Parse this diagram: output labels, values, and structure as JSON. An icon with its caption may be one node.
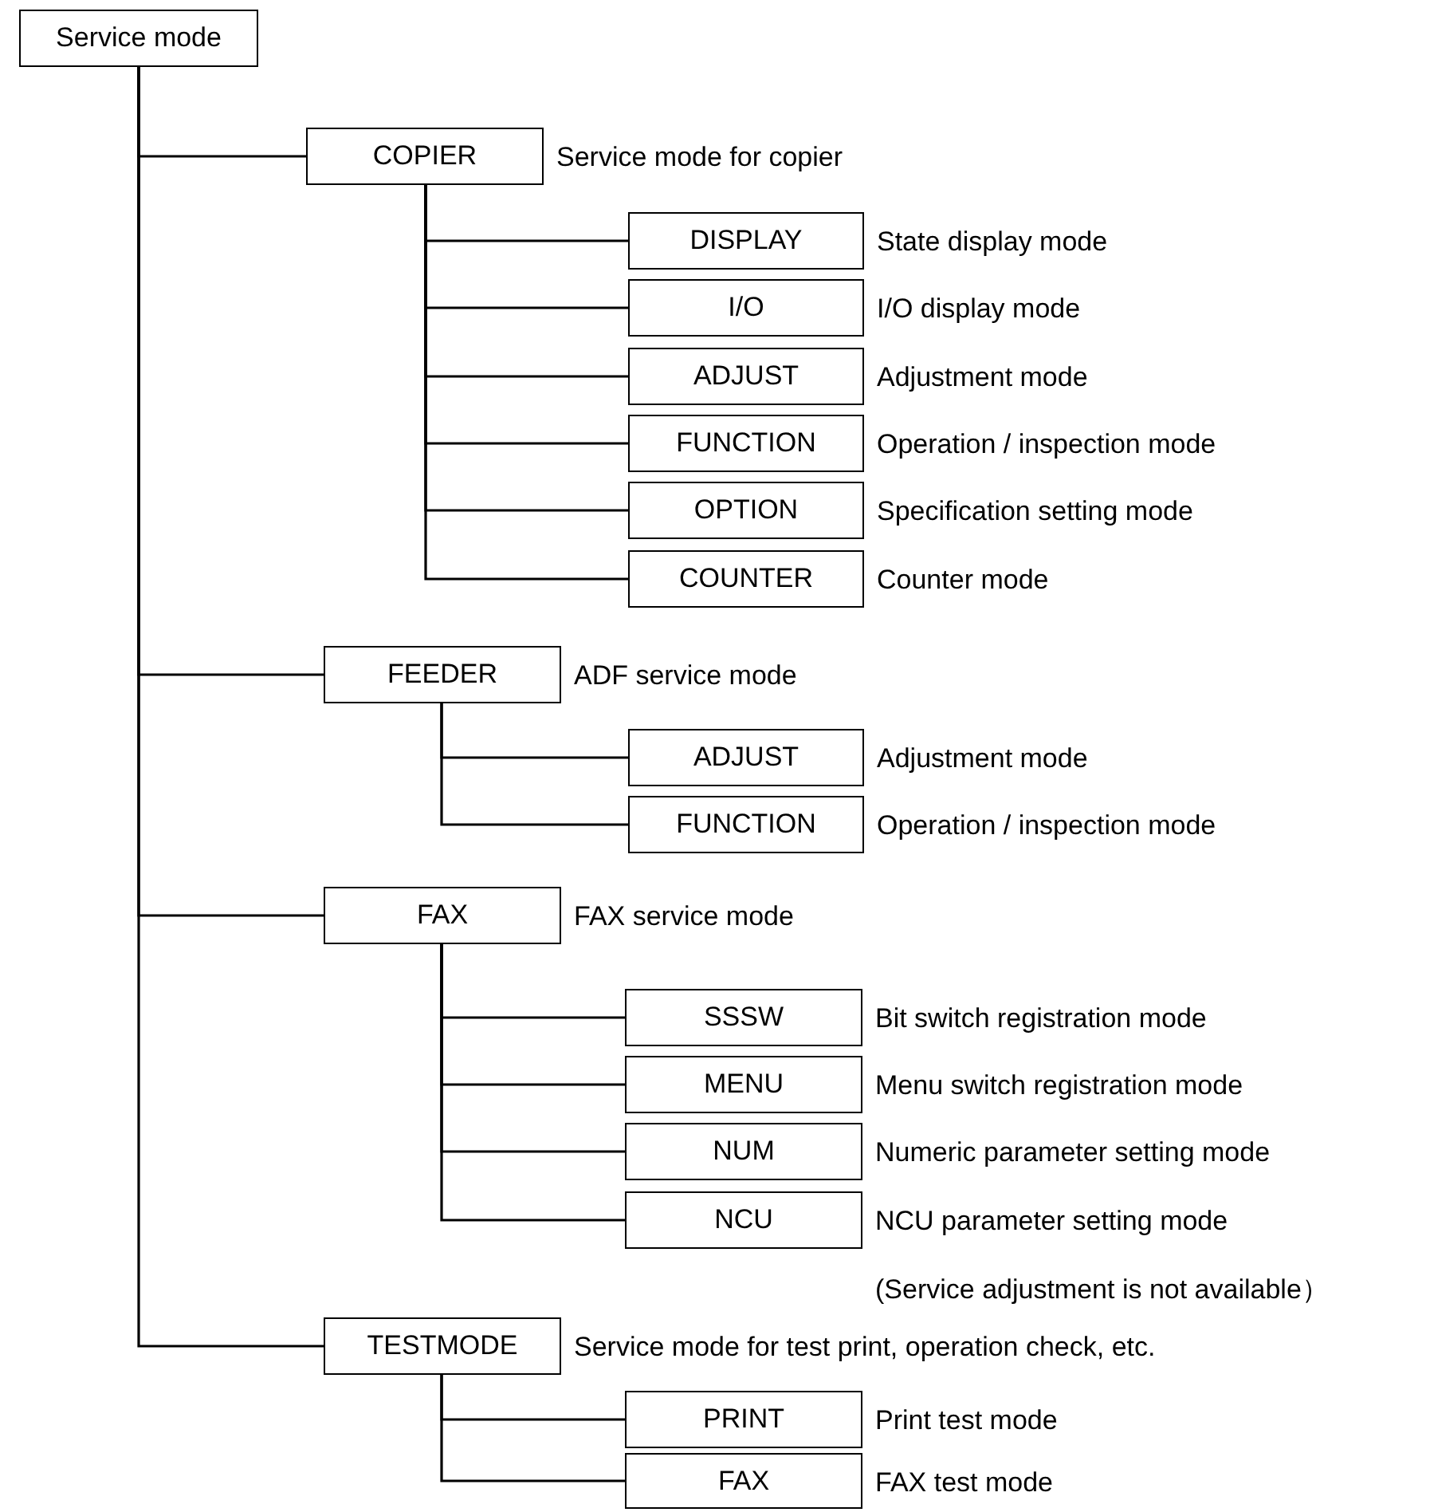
{
  "diagram": {
    "nodes": [
      {
        "text": [
          "Service mode"
        ]
      },
      {
        "text": [
          "COPIER"
        ],
        "beside": [
          "Service mode for copier"
        ]
      },
      {
        "text": [
          "DISPLAY"
        ],
        "beside": [
          "State display mode"
        ]
      },
      {
        "text": [
          "I/O"
        ],
        "beside": [
          "I/O display mode"
        ]
      },
      {
        "text": [
          "ADJUST"
        ],
        "beside": [
          "Adjustment mode"
        ]
      },
      {
        "text": [
          "FUNCTION"
        ],
        "beside": [
          "Operation / inspection mode"
        ]
      },
      {
        "text": [
          "OPTION"
        ],
        "beside": [
          "Specification setting mode"
        ]
      },
      {
        "text": [
          "COUNTER"
        ],
        "beside": [
          "Counter mode"
        ]
      },
      {
        "text": [
          "FEEDER"
        ],
        "beside": [
          "ADF service mode"
        ]
      },
      {
        "text": [
          "ADJUST"
        ],
        "beside": [
          "Adjustment mode"
        ]
      },
      {
        "text": [
          "FUNCTION"
        ],
        "beside": [
          "Operation / inspection mode"
        ]
      },
      {
        "text": [
          "FAX"
        ],
        "beside": [
          "FAX service mode"
        ]
      },
      {
        "text": [
          "SSSW"
        ],
        "beside": [
          "Bit switch registration mode"
        ]
      },
      {
        "text": [
          "MENU"
        ],
        "beside": [
          "Menu switch registration mode"
        ]
      },
      {
        "text": [
          "NUM"
        ],
        "beside": [
          "Numeric parameter setting mode"
        ]
      },
      {
        "text": [
          "NCU"
        ],
        "beside": [
          "NCU parameter setting mode",
          "(Service adjustment is not available）"
        ]
      },
      {
        "text": [
          "TESTMODE"
        ],
        "beside": [
          "Service mode for test print, operation check, etc."
        ]
      },
      {
        "text": [
          "PRINT"
        ],
        "beside": [
          "Print test mode"
        ]
      },
      {
        "text": [
          "FAX"
        ],
        "beside": [
          "FAX test mode"
        ]
      }
    ],
    "edges": [
      {
        "from": 0,
        "to": 1,
        "arrow": "none"
      },
      {
        "from": 0,
        "to": 8,
        "arrow": "none"
      },
      {
        "from": 0,
        "to": 11,
        "arrow": "none"
      },
      {
        "from": 0,
        "to": 16,
        "arrow": "none"
      },
      {
        "from": 1,
        "to": 2,
        "arrow": "none"
      },
      {
        "from": 1,
        "to": 3,
        "arrow": "none"
      },
      {
        "from": 1,
        "to": 4,
        "arrow": "none"
      },
      {
        "from": 1,
        "to": 5,
        "arrow": "none"
      },
      {
        "from": 1,
        "to": 6,
        "arrow": "none"
      },
      {
        "from": 1,
        "to": 7,
        "arrow": "none"
      },
      {
        "from": 8,
        "to": 9,
        "arrow": "none"
      },
      {
        "from": 8,
        "to": 10,
        "arrow": "none"
      },
      {
        "from": 11,
        "to": 12,
        "arrow": "none"
      },
      {
        "from": 11,
        "to": 13,
        "arrow": "none"
      },
      {
        "from": 11,
        "to": 14,
        "arrow": "none"
      },
      {
        "from": 11,
        "to": 15,
        "arrow": "none"
      },
      {
        "from": 16,
        "to": 17,
        "arrow": "none"
      },
      {
        "from": 16,
        "to": 18,
        "arrow": "none"
      }
    ]
  }
}
